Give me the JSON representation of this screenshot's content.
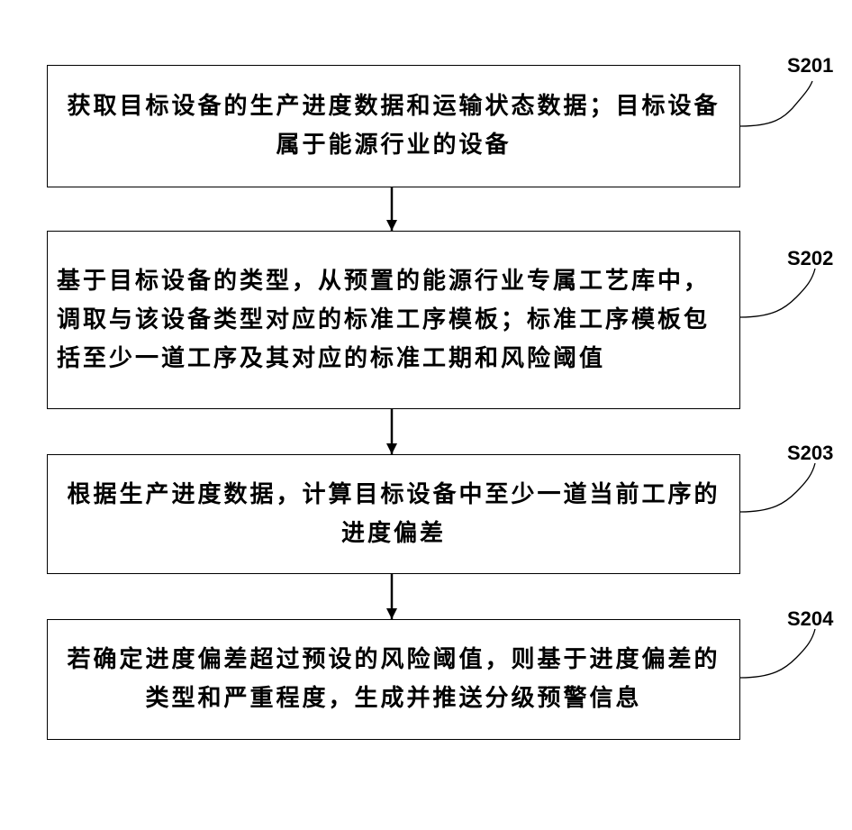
{
  "flowchart": {
    "steps": [
      {
        "label": "S201",
        "text": "获取目标设备的生产进度数据和运输状态数据；目标设备属于能源行业的设备"
      },
      {
        "label": "S202",
        "text": "基于目标设备的类型，从预置的能源行业专属工艺库中，调取与该设备类型对应的标准工序模板；标准工序模板包括至少一道工序及其对应的标准工期和风险阈值"
      },
      {
        "label": "S203",
        "text": "根据生产进度数据，计算目标设备中至少一道当前工序的进度偏差"
      },
      {
        "label": "S204",
        "text": "若确定进度偏差超过预设的风险阈值，则基于进度偏差的类型和严重程度，生成并推送分级预警信息"
      }
    ]
  }
}
